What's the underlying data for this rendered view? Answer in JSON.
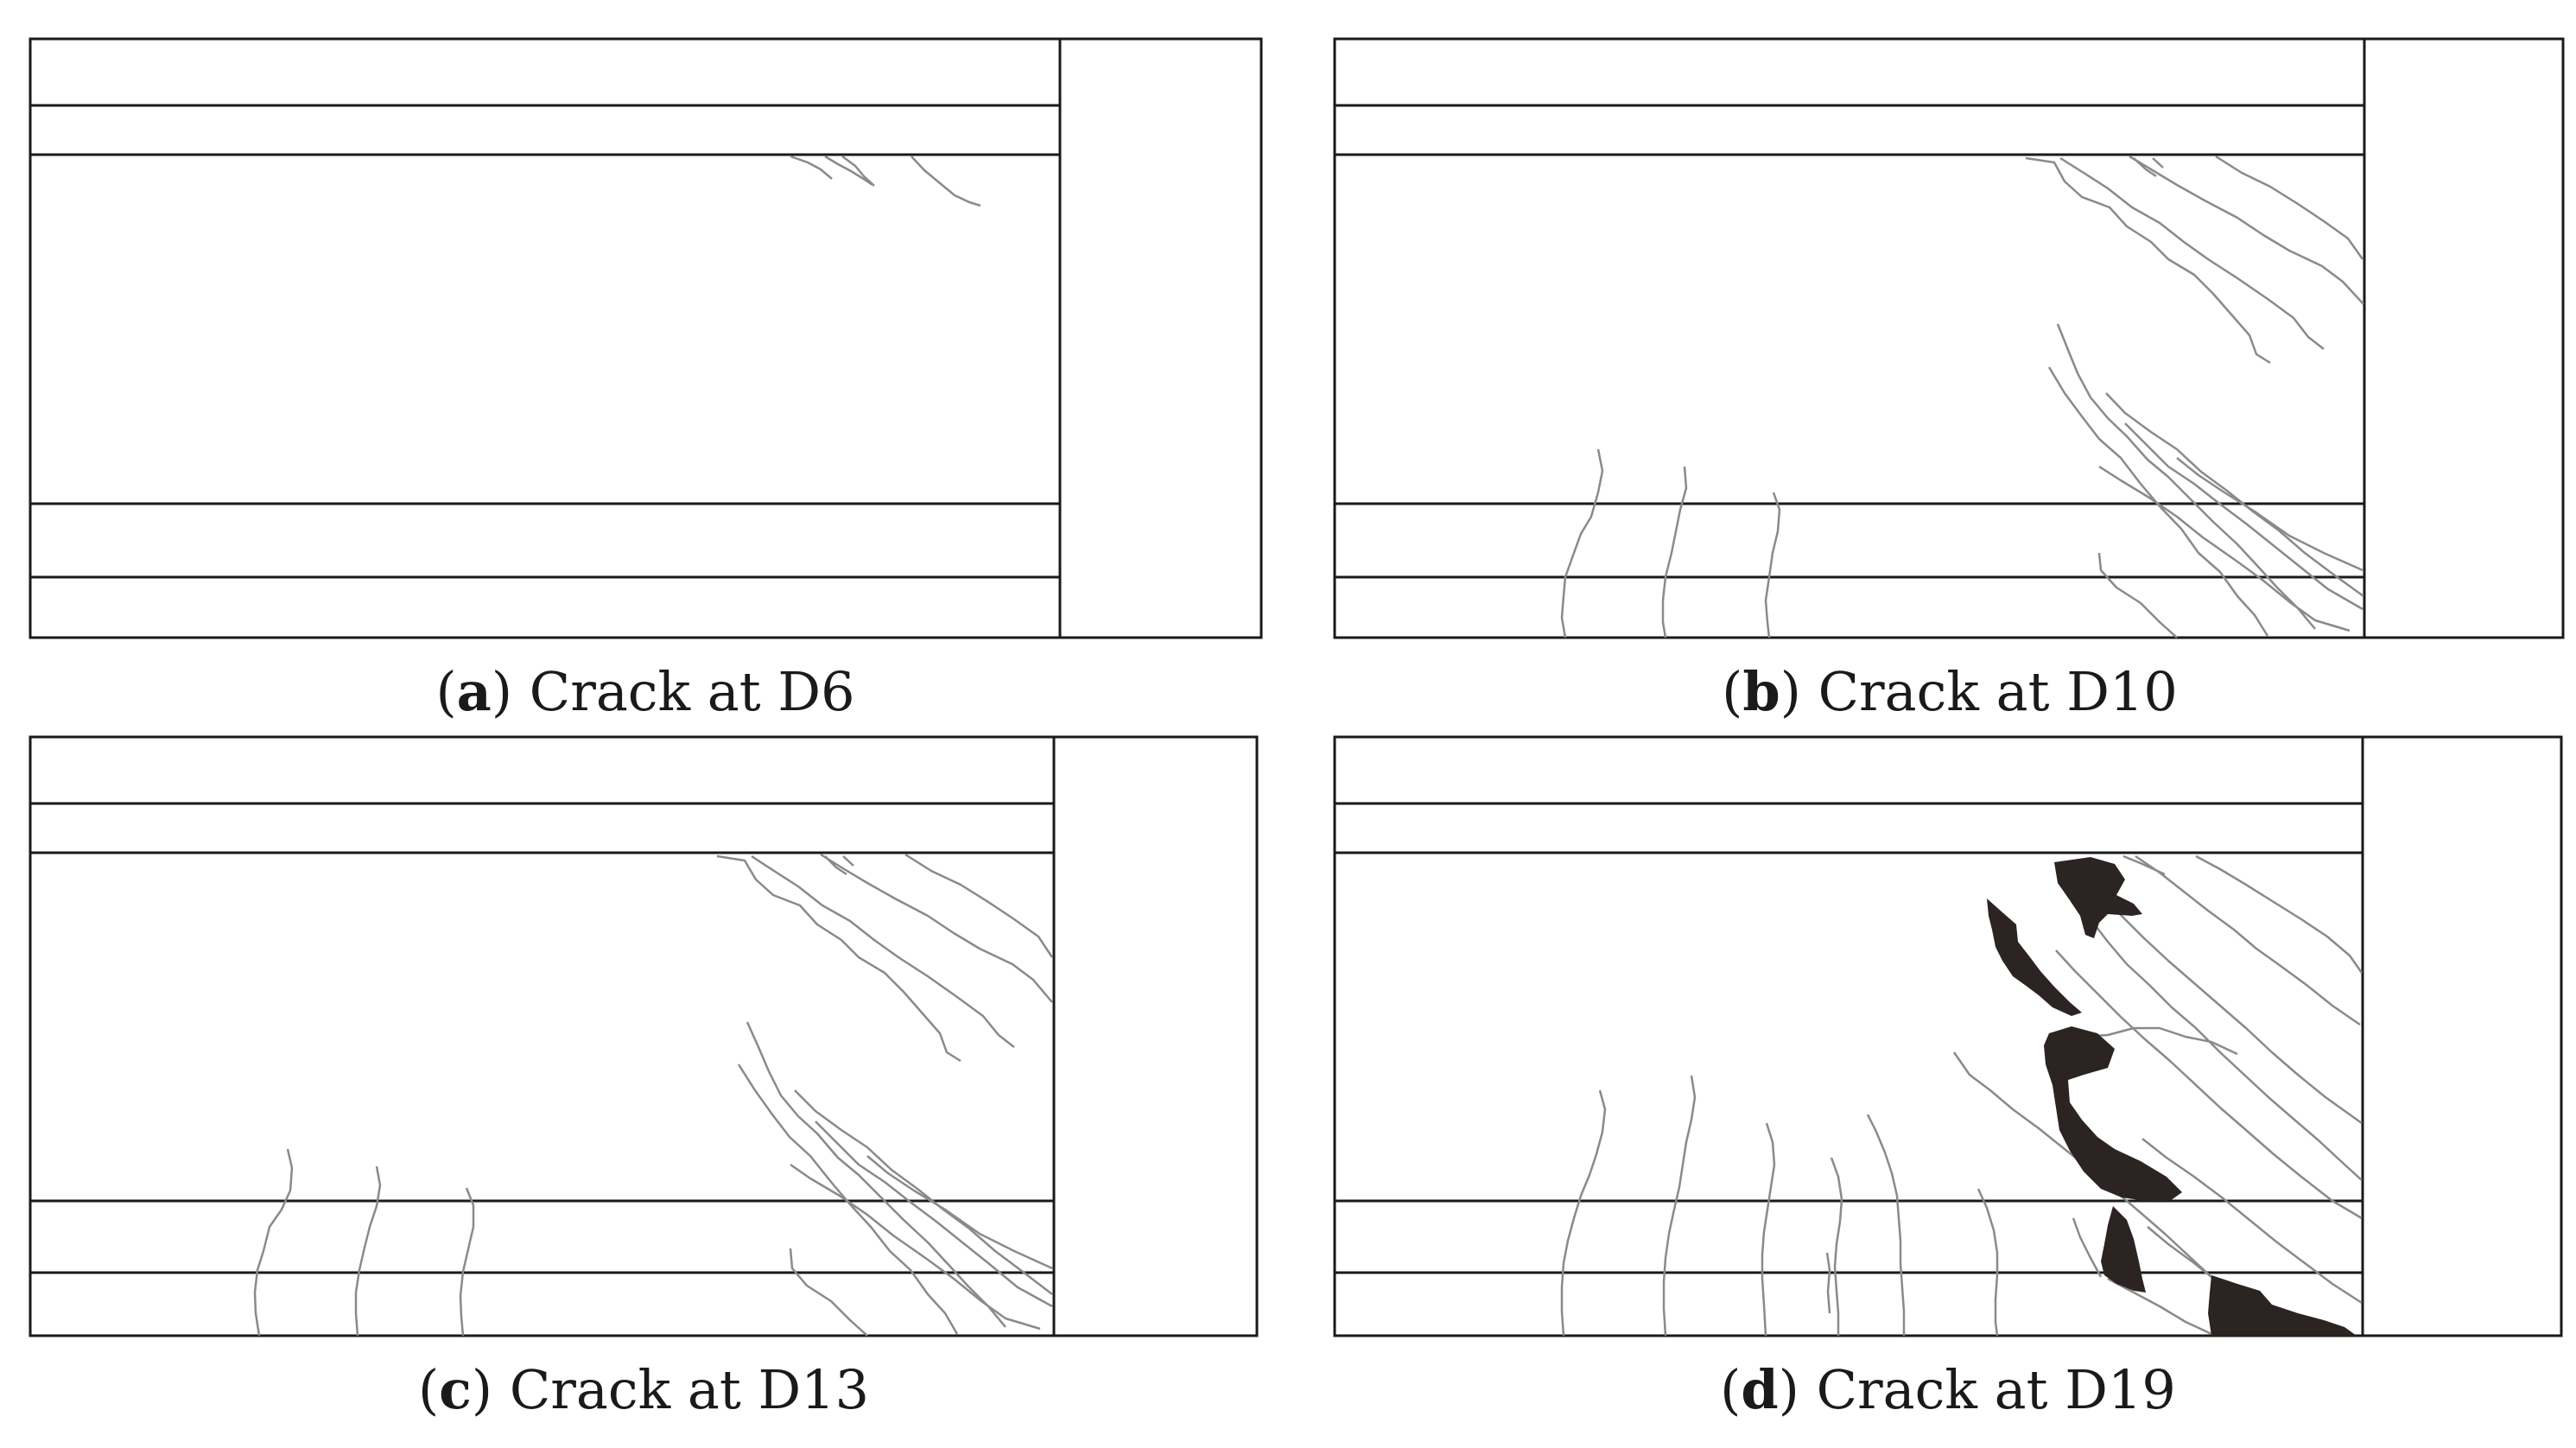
{
  "panels": [
    {
      "letter": "a",
      "text": "Crack at D6"
    },
    {
      "letter": "b",
      "text": "Crack at D10"
    },
    {
      "letter": "c",
      "text": "Crack at D13"
    },
    {
      "letter": "d",
      "text": "Crack at D19"
    }
  ],
  "colors": {
    "outline": "#1a1a1a",
    "crack": "#8a8a8a",
    "spall": "#2b2422"
  }
}
